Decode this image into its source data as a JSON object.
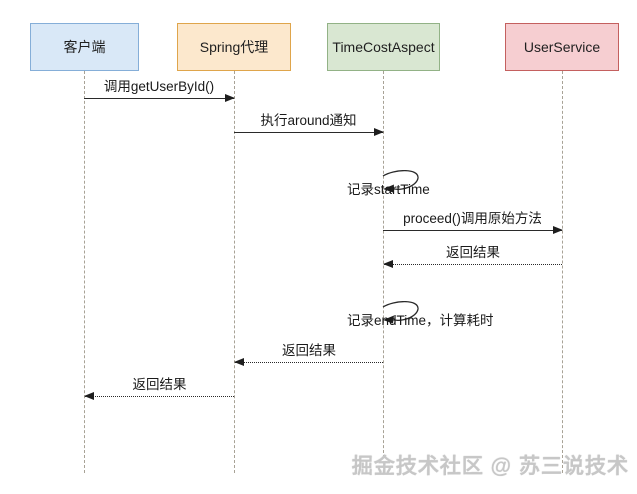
{
  "diagram": {
    "type": "sequence-diagram",
    "actors": [
      {
        "id": "client",
        "label": "客户端",
        "fill": "#d9e8f7",
        "border": "#85aed8"
      },
      {
        "id": "proxy",
        "label": "Spring代理",
        "fill": "#fce8cd",
        "border": "#dfa54b"
      },
      {
        "id": "aspect",
        "label": "TimeCostAspect",
        "fill": "#d9e7d2",
        "border": "#92b286"
      },
      {
        "id": "service",
        "label": "UserService",
        "fill": "#f6ced1",
        "border": "#c4605f"
      }
    ],
    "messages": [
      {
        "label": "调用getUserById()",
        "from": "客户端",
        "to": "Spring代理",
        "line": "solid"
      },
      {
        "label": "执行around通知",
        "from": "Spring代理",
        "to": "TimeCostAspect",
        "line": "solid"
      },
      {
        "label": "记录startTime",
        "from": "TimeCostAspect",
        "to": "TimeCostAspect",
        "line": "self"
      },
      {
        "label": "proceed()调用原始方法",
        "from": "TimeCostAspect",
        "to": "UserService",
        "line": "solid"
      },
      {
        "label": "返回结果",
        "from": "UserService",
        "to": "TimeCostAspect",
        "line": "dashed"
      },
      {
        "label": "记录endTime，计算耗时",
        "from": "TimeCostAspect",
        "to": "TimeCostAspect",
        "line": "self"
      },
      {
        "label": "返回结果",
        "from": "TimeCostAspect",
        "to": "Spring代理",
        "line": "dashed"
      },
      {
        "label": "返回结果",
        "from": "Spring代理",
        "to": "客户端",
        "line": "dashed"
      }
    ],
    "watermark": "掘金技术社区 @ 苏三说技术",
    "line_color": "#2a2a2a",
    "lifeline_color": "#a8a296"
  }
}
